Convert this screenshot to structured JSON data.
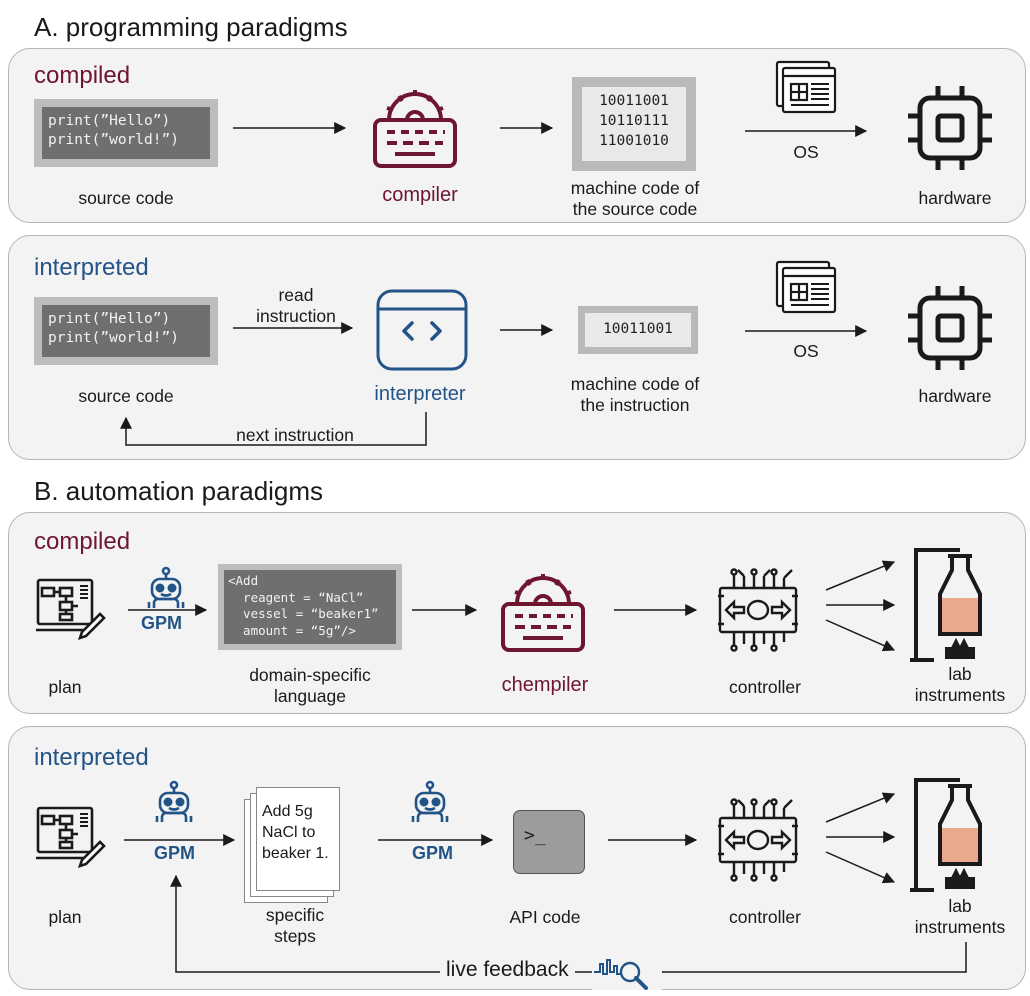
{
  "section_a": {
    "title": "A. programming paradigms",
    "compiled": {
      "title": "compiled",
      "source_code": "print(”Hello”)\nprint(”world!”)",
      "source_label": "source code",
      "compiler_label": "compiler",
      "machine_code": "10011001\n10110111\n11001010",
      "machine_label": "machine code of\nthe source code",
      "os_label": "OS",
      "hardware_label": "hardware"
    },
    "interpreted": {
      "title": "interpreted",
      "source_code": "print(”Hello”)\nprint(”world!”)",
      "source_label": "source code",
      "read_label": "read\ninstruction",
      "interpreter_label": "interpreter",
      "machine_code": "10011001",
      "machine_label": "machine code of\nthe instruction",
      "os_label": "OS",
      "hardware_label": "hardware",
      "next_label": "next instruction"
    }
  },
  "section_b": {
    "title": "B. automation paradigms",
    "compiled": {
      "title": "compiled",
      "plan_label": "plan",
      "gpm_label": "GPM",
      "dsl_code": "<Add\n  reagent = “NaCl”\n  vessel = “beaker1”\n  amount = “5g”/>",
      "dsl_label": "domain-specific\nlanguage",
      "chempiler_label": "chempiler",
      "controller_label": "controller",
      "lab_label": "lab\ninstruments"
    },
    "interpreted": {
      "title": "interpreted",
      "plan_label": "plan",
      "gpm_label_1": "GPM",
      "steps_text": "Add 5g\nNaCl to\nbeaker 1.",
      "steps_label": "specific\nsteps",
      "gpm_label_2": "GPM",
      "api_prompt": ">_",
      "api_label": "API code",
      "controller_label": "controller",
      "lab_label": "lab\ninstruments",
      "feedback_label": "live feedback"
    }
  },
  "colors": {
    "maroon": "#6e1530",
    "blue": "#235487",
    "flask_liquid": "#e9a98c",
    "panel_bg": "#f3f3f3"
  }
}
